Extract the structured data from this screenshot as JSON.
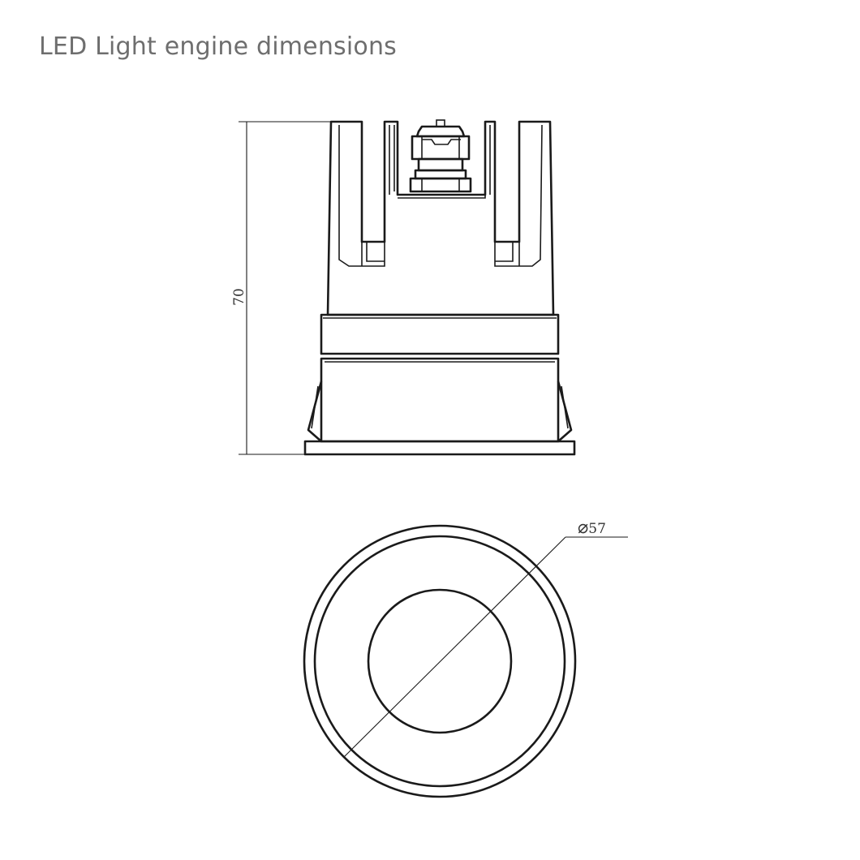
{
  "page": {
    "title": "LED Light engine dimensions"
  },
  "dimensions": {
    "height_label": "70",
    "diameter_symbol": "⌀",
    "diameter_value": "57"
  }
}
